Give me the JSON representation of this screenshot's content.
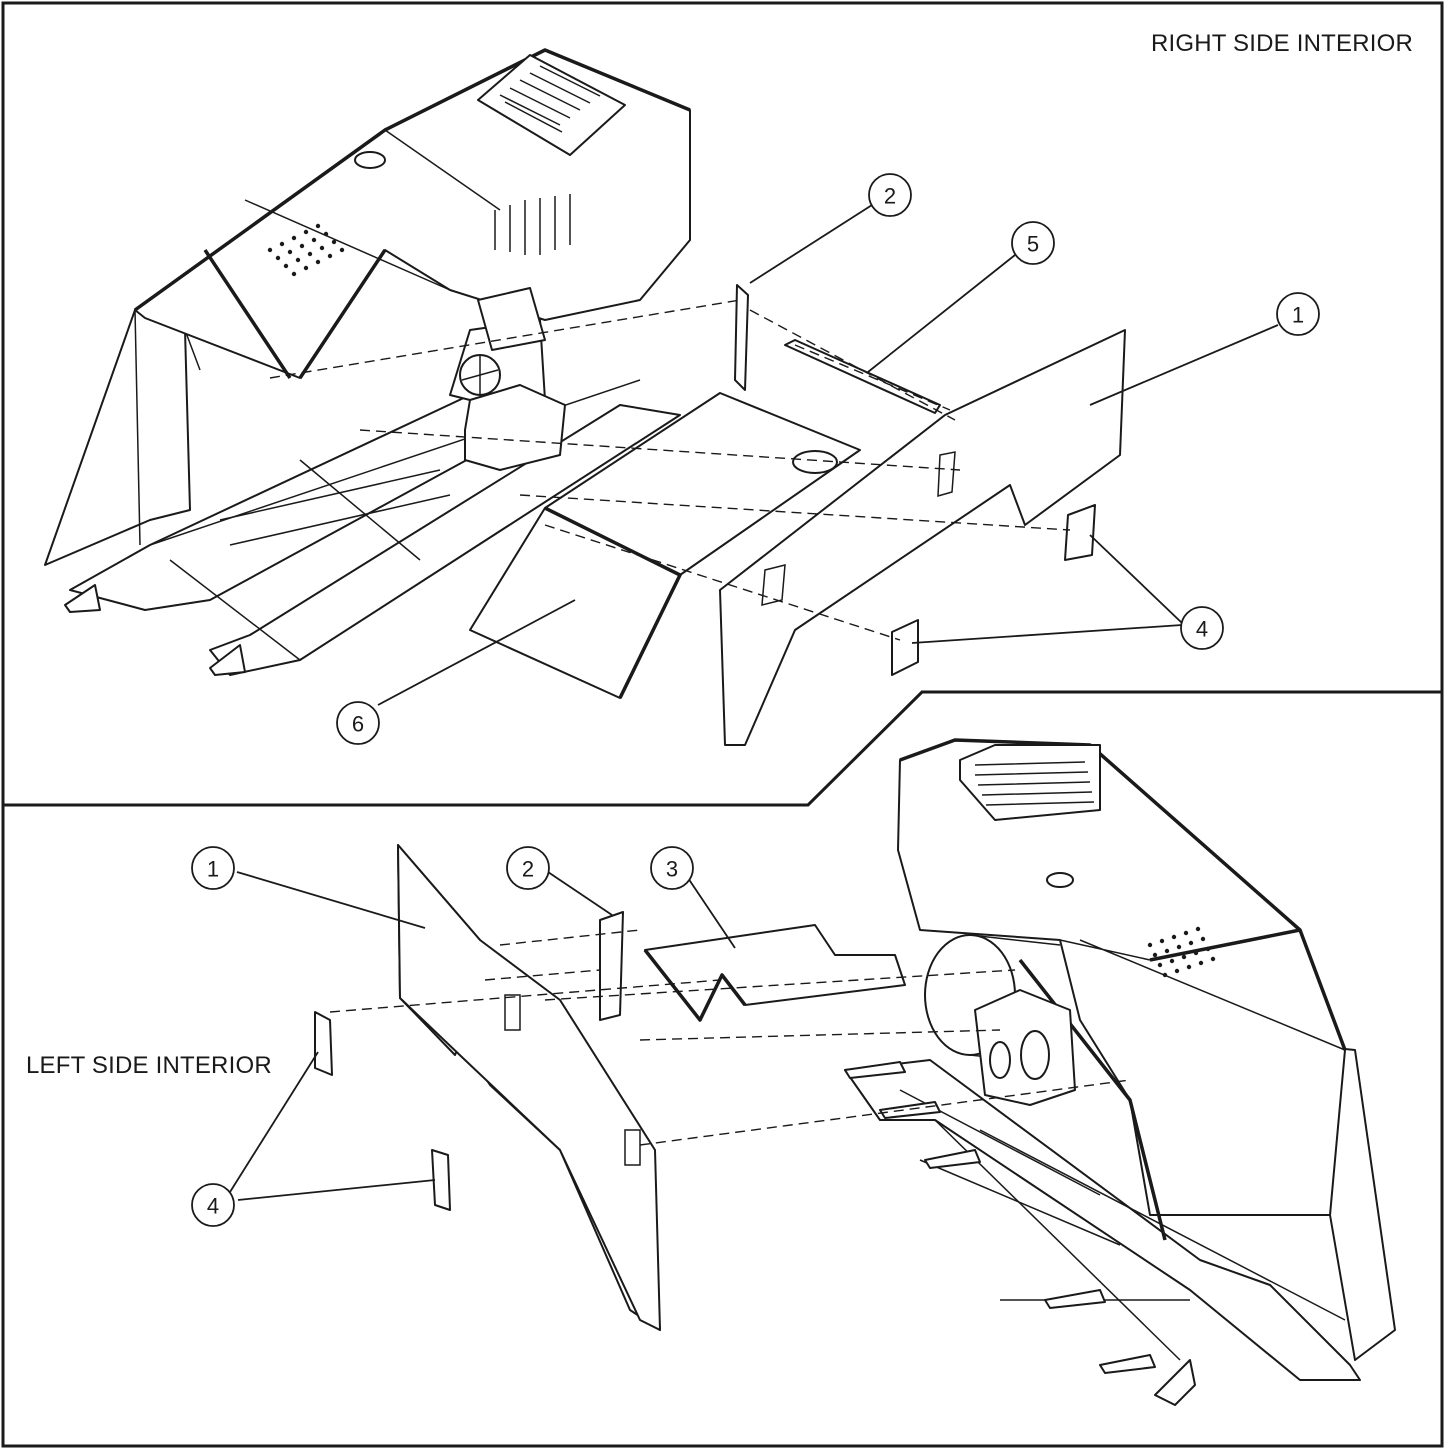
{
  "views": {
    "right": {
      "title": "RIGHT SIDE INTERIOR"
    },
    "left": {
      "title": "LEFT SIDE INTERIOR"
    }
  },
  "callouts": {
    "right": [
      {
        "id": "r1",
        "label": "1"
      },
      {
        "id": "r2",
        "label": "2"
      },
      {
        "id": "r4",
        "label": "4"
      },
      {
        "id": "r5",
        "label": "5"
      },
      {
        "id": "r6",
        "label": "6"
      }
    ],
    "left": [
      {
        "id": "l1",
        "label": "1"
      },
      {
        "id": "l2",
        "label": "2"
      },
      {
        "id": "l3",
        "label": "3"
      },
      {
        "id": "l4",
        "label": "4"
      }
    ]
  },
  "colors": {
    "line": "#1a1a1a",
    "background": "#ffffff"
  }
}
